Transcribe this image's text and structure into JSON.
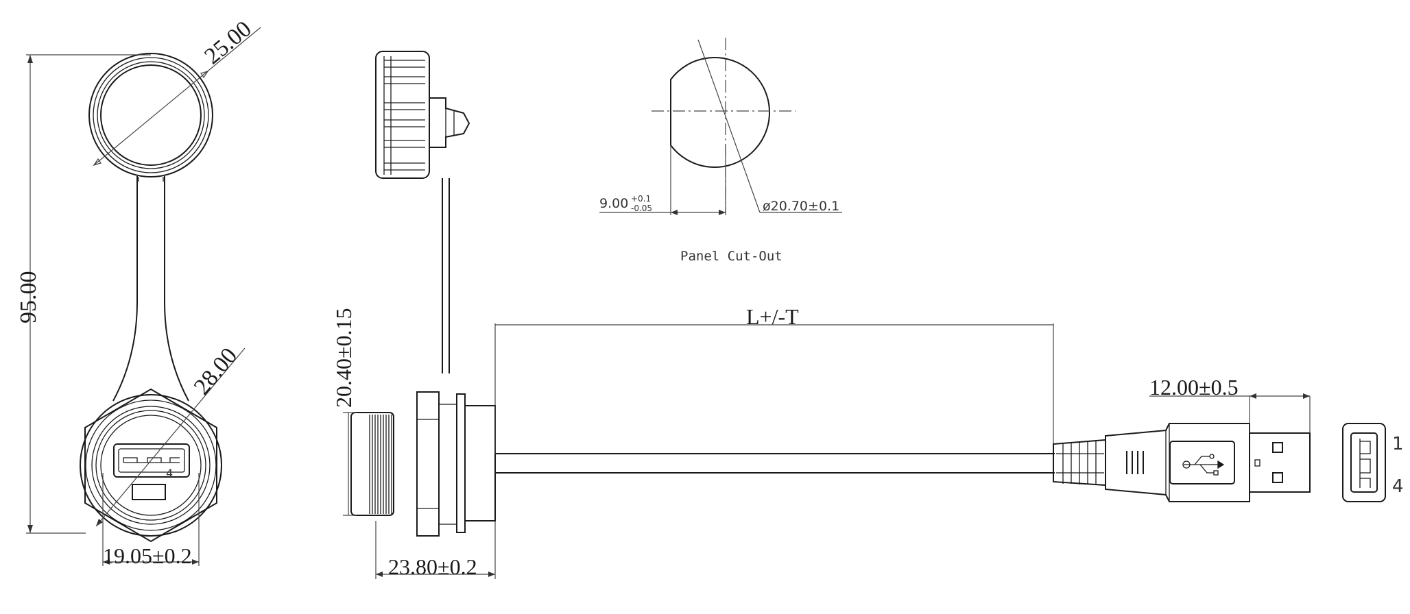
{
  "dimensions": {
    "cap_diameter": "25.00",
    "overall_length": "95.00",
    "nut_diameter": "28.00",
    "socket_width": "19.05±0.2",
    "thread_height": "20.40±0.15",
    "flange_depth": "23.80±0.2",
    "cable_length": "L+/-T",
    "plug_length": "12.00±0.5",
    "flat_base": "9.00",
    "flat_tol_upper": "+0.1",
    "flat_tol_lower": "-0.05",
    "cutout_diameter": "ø20.70±0.1"
  },
  "labels": {
    "panel_cutout": "Panel Cut-Out",
    "pin_1": "1",
    "pin_4": "4",
    "socket_pin": "4"
  }
}
